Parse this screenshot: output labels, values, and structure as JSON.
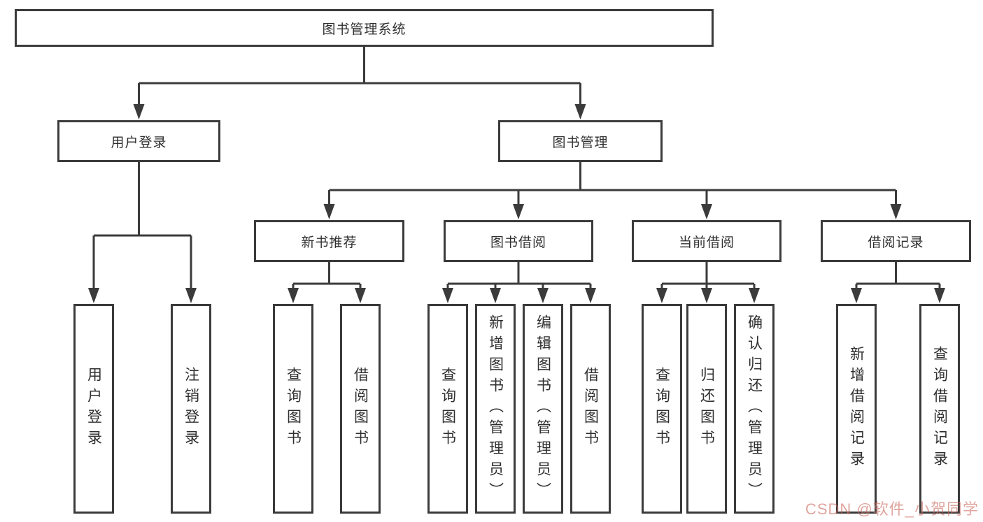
{
  "diagram_type": "hierarchy-tree",
  "colors": {
    "line": "#3b3b3b",
    "text": "#2f2f2f",
    "watermark": "#cd695f"
  },
  "tree": {
    "label": "图书管理系统",
    "children": [
      {
        "label": "用户登录",
        "children": [
          {
            "label": "用户登录"
          },
          {
            "label": "注销登录"
          }
        ]
      },
      {
        "label": "图书管理",
        "children": [
          {
            "label": "新书推荐",
            "children": [
              {
                "label": "查询图书"
              },
              {
                "label": "借阅图书"
              }
            ]
          },
          {
            "label": "图书借阅",
            "children": [
              {
                "label": "查询图书"
              },
              {
                "label": "新增图书（管理员）"
              },
              {
                "label": "编辑图书（管理员）"
              },
              {
                "label": "借阅图书"
              }
            ]
          },
          {
            "label": "当前借阅",
            "children": [
              {
                "label": "查询图书"
              },
              {
                "label": "归还图书"
              },
              {
                "label": "确认归还（管理员）"
              }
            ]
          },
          {
            "label": "借阅记录",
            "children": [
              {
                "label": "新增借阅记录"
              },
              {
                "label": "查询借阅记录"
              }
            ]
          }
        ]
      }
    ]
  },
  "watermark": {
    "text": "CSDN @软件_小贺同学"
  }
}
